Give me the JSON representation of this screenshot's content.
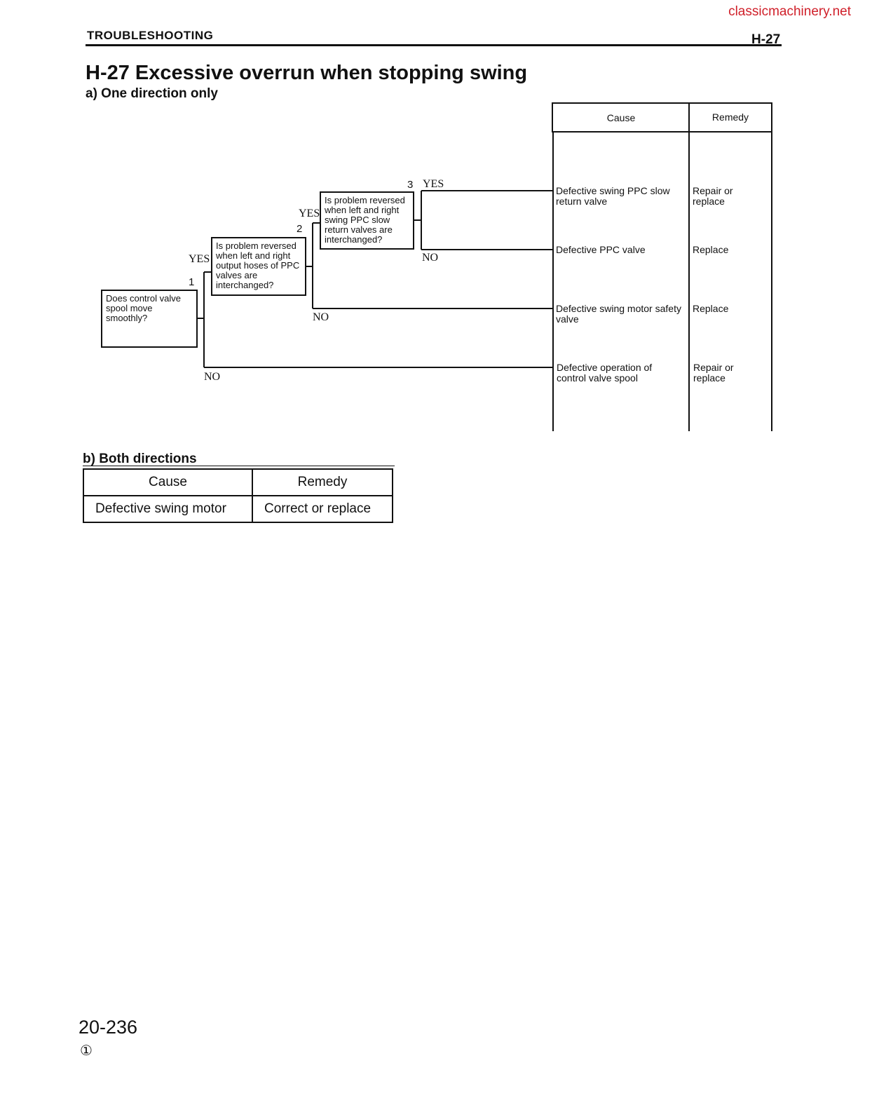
{
  "watermark": "classicmachinery.net",
  "header": {
    "section": "TROUBLESHOOTING",
    "code": "H-27"
  },
  "title": "H-27 Excessive overrun when stopping swing",
  "part_a": {
    "heading": "a)   One direction only",
    "columns": {
      "cause": "Cause",
      "remedy": "Remedy"
    },
    "questions": [
      {
        "num": "1",
        "text": "Does control valve spool move smoothly?"
      },
      {
        "num": "2",
        "text": "Is problem reversed when left and right output hoses of PPC valves are interchanged?"
      },
      {
        "num": "3",
        "text": "Is problem reversed when left and right swing PPC slow return valves are interchanged?"
      }
    ],
    "branch_labels": {
      "yes": "YES",
      "no": "NO"
    },
    "results": [
      {
        "cause": "Defective swing PPC slow return valve",
        "remedy": "Repair or replace"
      },
      {
        "cause": "Defective PPC valve",
        "remedy": "Replace"
      },
      {
        "cause": "Defective swing motor safety valve",
        "remedy": "Replace"
      },
      {
        "cause": "Defective operation of control valve spool",
        "remedy": "Repair or replace"
      }
    ]
  },
  "part_b": {
    "heading": "b)   Both directions",
    "columns": {
      "cause": "Cause",
      "remedy": "Remedy"
    },
    "rows": [
      {
        "cause": "Defective swing motor",
        "remedy": "Correct or replace"
      }
    ]
  },
  "footer": {
    "page": "20-236",
    "revision": "①"
  }
}
